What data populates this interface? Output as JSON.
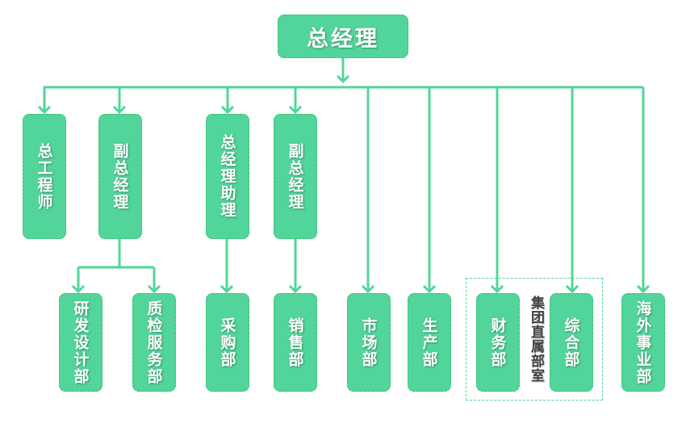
{
  "colors": {
    "node_fill": "#52d59a",
    "node_border": "#3dbf6a",
    "line": "#52d59a",
    "group_label": "#444444"
  },
  "root": {
    "label": "总经理"
  },
  "level1": [
    {
      "label": "总工程师"
    },
    {
      "label": "副总经理"
    },
    {
      "label": "总经理助理"
    },
    {
      "label": "副总经理"
    }
  ],
  "level2": [
    {
      "label": "研发设计部"
    },
    {
      "label": "质检服务部"
    },
    {
      "label": "采购部"
    },
    {
      "label": "销售部"
    },
    {
      "label": "市场部"
    },
    {
      "label": "生产部"
    },
    {
      "label": "财务部"
    },
    {
      "label": "综合部"
    },
    {
      "label": "海外事业部"
    }
  ],
  "group": {
    "label": "集团直属部室"
  }
}
